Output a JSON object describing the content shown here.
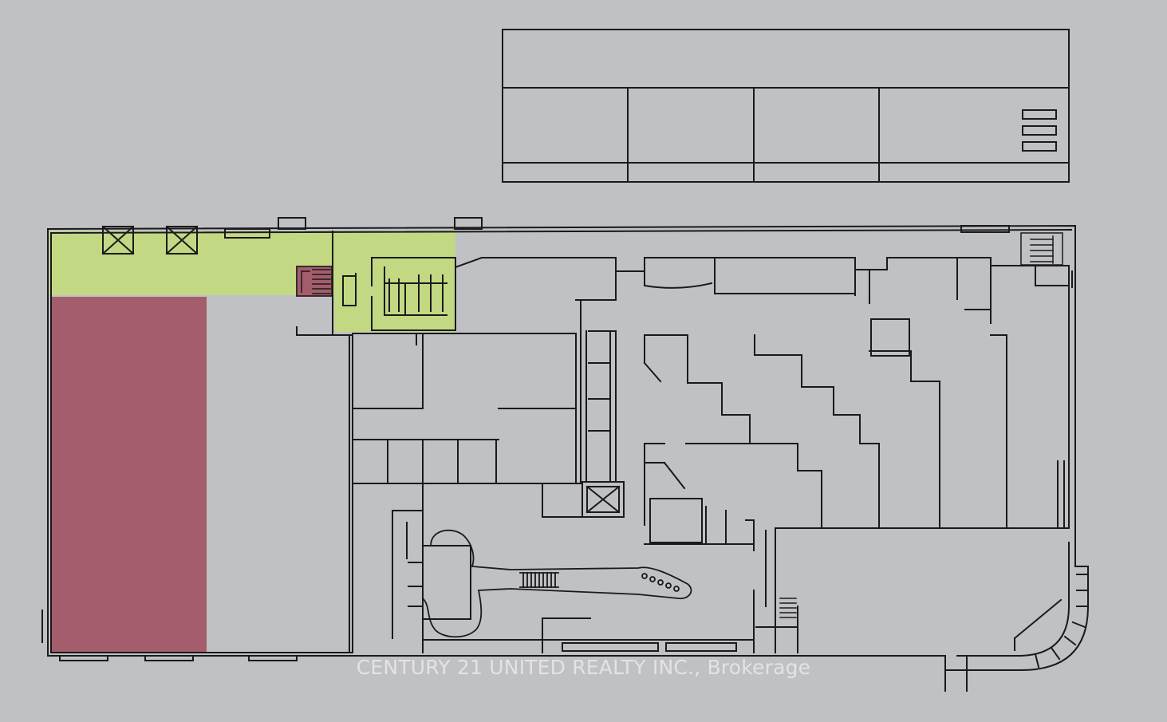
{
  "watermark": {
    "text": "CENTURY 21 UNITED REALTY INC., Brokerage"
  },
  "colors": {
    "background": "#c0c1c4",
    "line": "#1a1a1a",
    "highlight_green": "#c3d97f",
    "highlight_red": "#a35d6c"
  },
  "regions": {
    "green_highlight": "highlight-green",
    "red_highlight": "highlight-red"
  },
  "icons": [
    "elevator-icon",
    "stair-icon",
    "guitar-icon"
  ]
}
